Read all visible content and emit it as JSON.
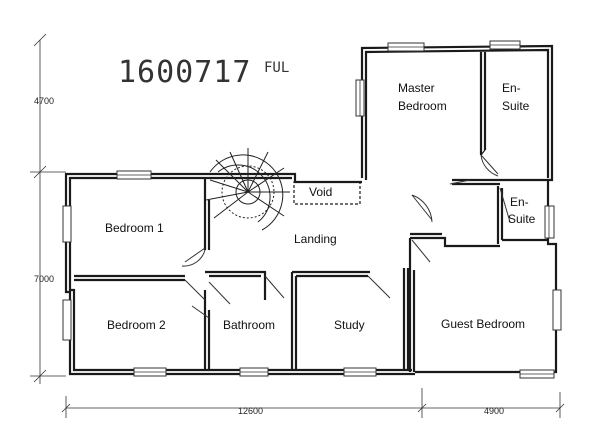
{
  "plan_reference": {
    "number": "1600717",
    "suffix": "FUL"
  },
  "rooms": {
    "master_bedroom_line1": "Master",
    "master_bedroom_line2": "Bedroom",
    "en_suite_upper_line1": "En-",
    "en_suite_upper_line2": "Suite",
    "en_suite_lower_line1": "En-",
    "en_suite_lower_line2": "Suite",
    "void": "Void",
    "bedroom_1": "Bedroom 1",
    "landing": "Landing",
    "bedroom_2": "Bedroom 2",
    "bathroom": "Bathroom",
    "study": "Study",
    "guest_bedroom": "Guest Bedroom"
  },
  "dimensions": {
    "left_upper": "4700",
    "left_lower": "7000",
    "bottom_left": "12600",
    "bottom_right": "4900"
  }
}
